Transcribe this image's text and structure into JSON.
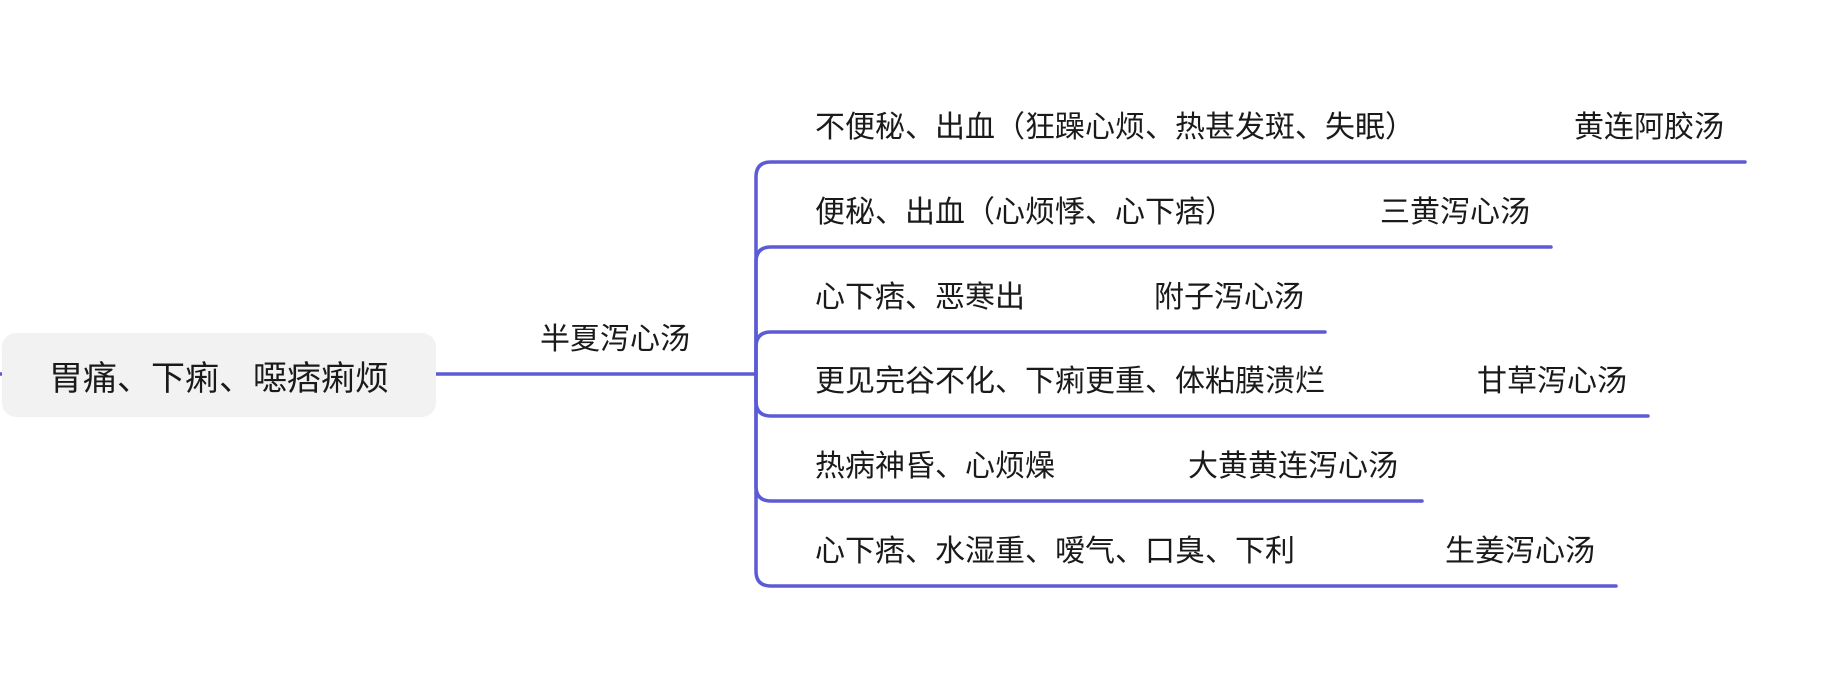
{
  "root": {
    "text": "胃痛、下痢、噁痞痢烦"
  },
  "trunk": {
    "text": "半夏泻心汤"
  },
  "line_color": "#5b5bd6",
  "branches": [
    {
      "condition": "不便秘、出血（狂躁心烦、热甚发斑、失眠）",
      "formula": "黄连阿胶汤"
    },
    {
      "condition": "便秘、出血（心烦悸、心下痞）",
      "formula": "三黄泻心汤"
    },
    {
      "condition": "心下痞、恶寒出",
      "formula": "附子泻心汤"
    },
    {
      "condition": "更见完谷不化、下痢更重、体粘膜溃烂",
      "formula": "甘草泻心汤"
    },
    {
      "condition": "热病神昏、心烦燥",
      "formula": "大黄黄连泻心汤"
    },
    {
      "condition": "心下痞、水湿重、嗳气、口臭、下利",
      "formula": "生姜泻心汤"
    }
  ]
}
